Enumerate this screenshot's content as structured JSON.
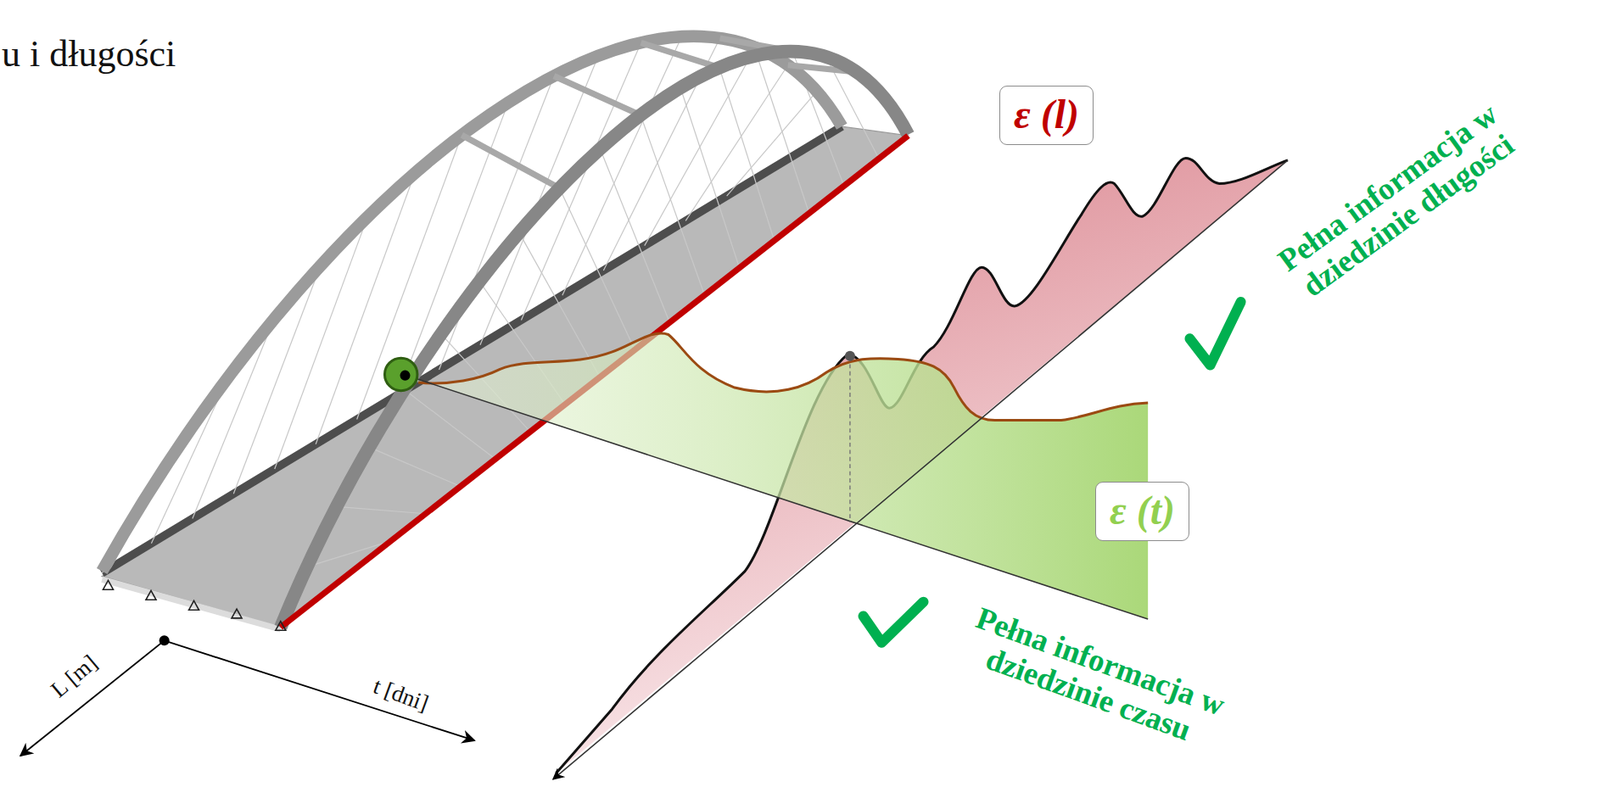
{
  "diagram": {
    "nodes": [
      {
        "text": [
          "ε (l)"
        ]
      },
      {
        "text": [
          "ε (t)"
        ]
      }
    ],
    "labels": [
      "u i długości",
      "Pełna informacja w dziedzinie długości",
      "Pełna informacja w dziedzinie czasu",
      "L [m]",
      "t [dni]"
    ]
  }
}
